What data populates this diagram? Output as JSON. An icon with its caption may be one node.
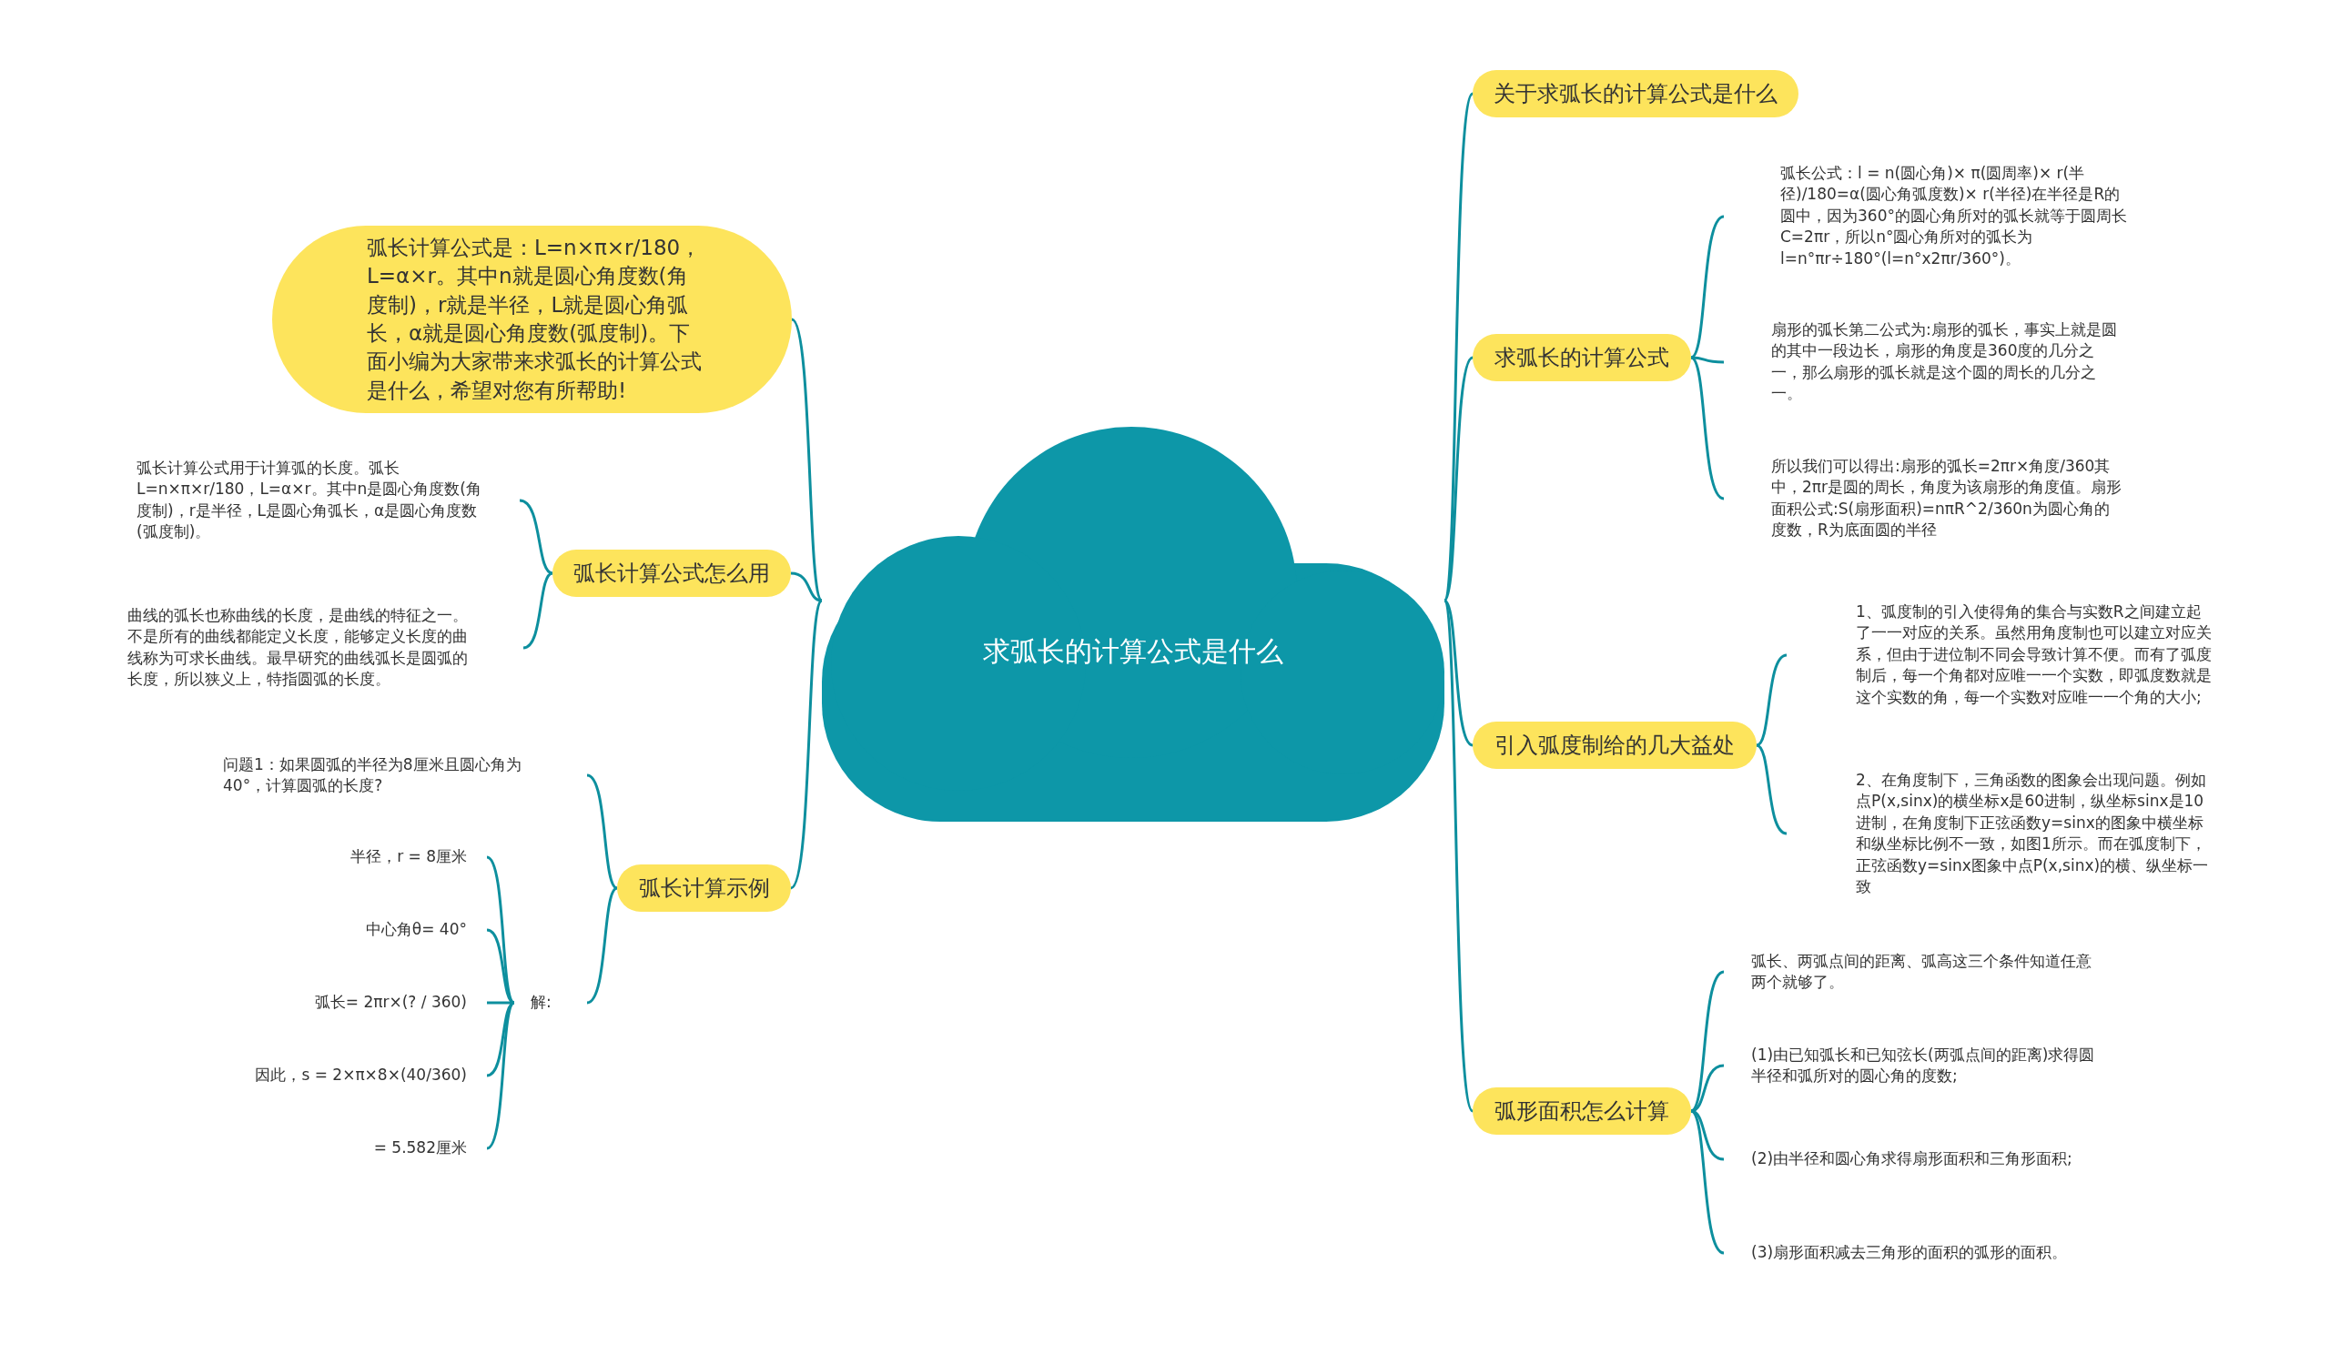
{
  "diagram": {
    "nodes": [
      {
        "text": [
          "求弧长的计算公式是什么"
        ]
      },
      {
        "text": [
          "弧长计算公式是：L=n×π×r/180，L=α×r。其中n就是圆心角度数(角度制)，r就是半径，L就是圆心角弧长，α就是圆心角度数(弧度制)。下面小编为大家带来求弧长的计算公式是什么，希望对您有所帮助!"
        ]
      },
      {
        "text": [
          "弧长计算公式怎么用"
        ]
      },
      {
        "text": [
          "弧长计算公式用于计算弧的长度。弧长L=n×π×r/180，L=α×r。其中n是圆心角度数(角度制)，r是半径，L是圆心角弧长，α是圆心角度数(弧度制)。"
        ]
      },
      {
        "text": [
          "曲线的弧长也称曲线的长度，是曲线的特征之一。不是所有的曲线都能定义长度，能够定义长度的曲线称为可求长曲线。最早研究的曲线弧长是圆弧的长度，所以狭义上，特指圆弧的长度。"
        ]
      },
      {
        "text": [
          "弧长计算示例"
        ]
      },
      {
        "text": [
          "问题1：如果圆弧的半径为8厘米且圆心角为40°，计算圆弧的长度?"
        ]
      },
      {
        "text": [
          "解:"
        ]
      },
      {
        "text": [
          "半径，r = 8厘米"
        ]
      },
      {
        "text": [
          "中心角θ= 40°"
        ]
      },
      {
        "text": [
          "弧长= 2πr×(? / 360)"
        ]
      },
      {
        "text": [
          "因此，s = 2×π×8×(40/360)"
        ]
      },
      {
        "text": [
          "= 5.582厘米"
        ]
      },
      {
        "text": [
          "关于求弧长的计算公式是什么"
        ]
      },
      {
        "text": [
          "求弧长的计算公式"
        ]
      },
      {
        "text": [
          "弧长公式：l = n(圆心角)× π(圆周率)× r(半径)/180=α(圆心角弧度数)× r(半径)在半径是R的圆中，因为360°的圆心角所对的弧长就等于圆周长C=2πr，所以n°圆心角所对的弧长为l=n°πr÷180°(l=n°x2πr/360°)。"
        ]
      },
      {
        "text": [
          "扇形的弧长第二公式为:扇形的弧长，事实上就是圆的其中一段边长，扇形的角度是360度的几分之一，那么扇形的弧长就是这个圆的周长的几分之一。"
        ]
      },
      {
        "text": [
          "所以我们可以得出:扇形的弧长=2πr×角度/360其中，2πr是圆的周长，角度为该扇形的角度值。扇形面积公式:S(扇形面积)=nπR^2/360n为圆心角的度数，R为底面圆的半径"
        ]
      },
      {
        "text": [
          "引入弧度制给的几大益处"
        ]
      },
      {
        "text": [
          "1、弧度制的引入使得角的集合与实数R之间建立起了一一对应的关系。虽然用角度制也可以建立对应关系，但由于进位制不同会导致计算不便。而有了弧度制后，每一个角都对应唯一一个实数，即弧度数就是这个实数的角，每一个实数对应唯一一个角的大小;"
        ]
      },
      {
        "text": [
          "2、在角度制下，三角函数的图象会出现问题。例如点P(x,sinx)的横坐标x是60进制，纵坐标sinx是10进制，在角度制下正弦函数y=sinx的图象中横坐标和纵坐标比例不一致，如图1所示。而在弧度制下，正弦函数y=sinx图象中点P(x,sinx)的横、纵坐标一致"
        ]
      },
      {
        "text": [
          "弧形面积怎么计算"
        ]
      },
      {
        "text": [
          "弧长、两弧点间的距离、弧高这三个条件知道任意两个就够了。"
        ]
      },
      {
        "text": [
          "(1)由已知弧长和已知弦长(两弧点间的距离)求得圆半径和弧所对的圆心角的度数;"
        ]
      },
      {
        "text": [
          "(2)由半径和圆心角求得扇形面积和三角形面积;"
        ]
      },
      {
        "text": [
          "(3)扇形面积减去三角形的面积的弧形的面积。"
        ]
      }
    ],
    "edges": [
      {
        "from": 0,
        "to": 1,
        "arrow": "none"
      },
      {
        "from": 0,
        "to": 2,
        "arrow": "none"
      },
      {
        "from": 0,
        "to": 5,
        "arrow": "none"
      },
      {
        "from": 0,
        "to": 13,
        "arrow": "none"
      },
      {
        "from": 0,
        "to": 14,
        "arrow": "none"
      },
      {
        "from": 0,
        "to": 18,
        "arrow": "none"
      },
      {
        "from": 0,
        "to": 21,
        "arrow": "none"
      },
      {
        "from": 2,
        "to": 3,
        "arrow": "none"
      },
      {
        "from": 2,
        "to": 4,
        "arrow": "none"
      },
      {
        "from": 5,
        "to": 6,
        "arrow": "none"
      },
      {
        "from": 5,
        "to": 7,
        "arrow": "none"
      },
      {
        "from": 7,
        "to": 8,
        "arrow": "none"
      },
      {
        "from": 7,
        "to": 9,
        "arrow": "none"
      },
      {
        "from": 7,
        "to": 10,
        "arrow": "none"
      },
      {
        "from": 7,
        "to": 11,
        "arrow": "none"
      },
      {
        "from": 7,
        "to": 12,
        "arrow": "none"
      },
      {
        "from": 14,
        "to": 15,
        "arrow": "none"
      },
      {
        "from": 14,
        "to": 16,
        "arrow": "none"
      },
      {
        "from": 14,
        "to": 17,
        "arrow": "none"
      },
      {
        "from": 18,
        "to": 19,
        "arrow": "none"
      },
      {
        "from": 18,
        "to": 20,
        "arrow": "none"
      },
      {
        "from": 21,
        "to": 22,
        "arrow": "none"
      },
      {
        "from": 21,
        "to": 23,
        "arrow": "none"
      },
      {
        "from": 21,
        "to": 24,
        "arrow": "none"
      },
      {
        "from": 21,
        "to": 25,
        "arrow": "none"
      }
    ]
  }
}
